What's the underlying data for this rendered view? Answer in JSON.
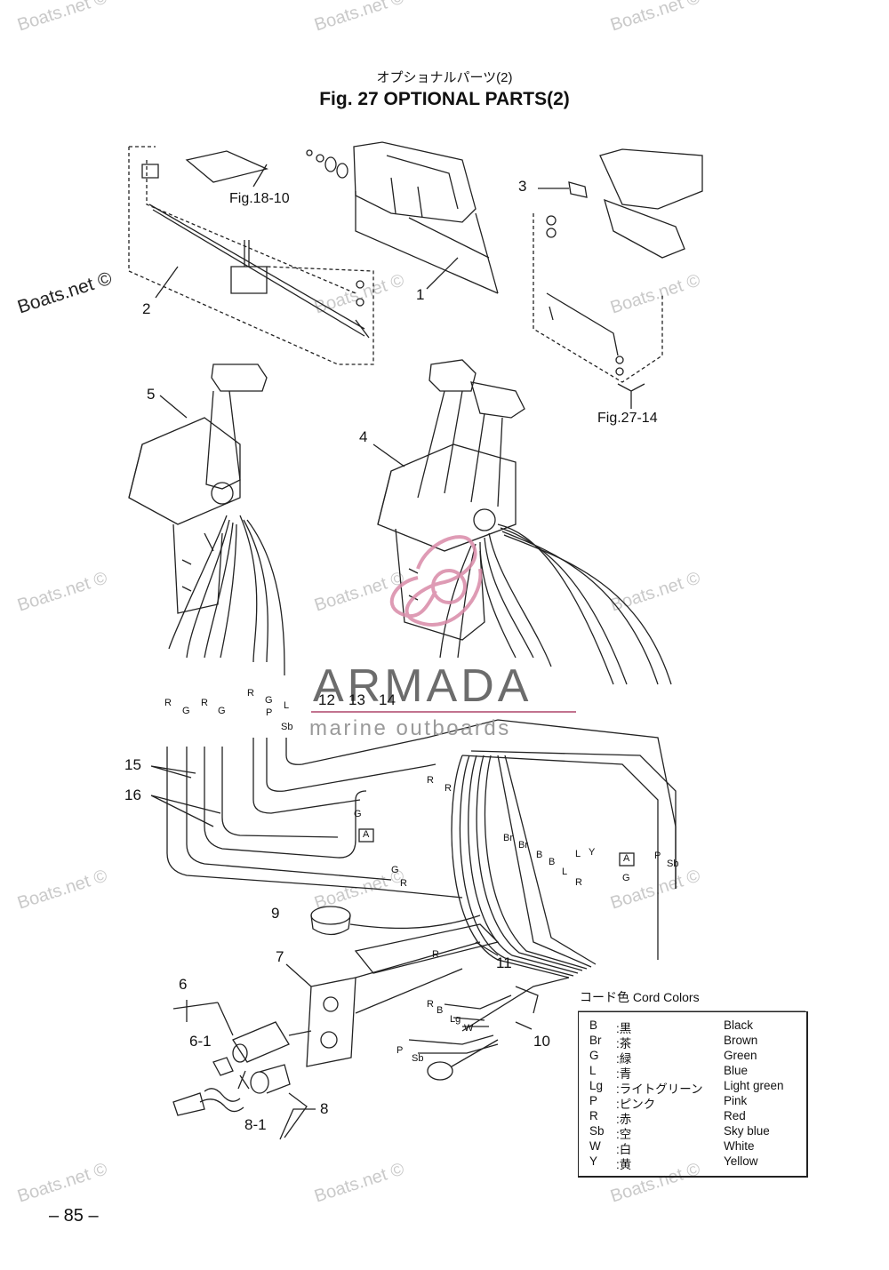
{
  "header": {
    "jp_title": "オプショナルパーツ(2)",
    "title": "Fig. 27    OPTIONAL PARTS(2)"
  },
  "watermarks": [
    "Boats.net ©"
  ],
  "brand": {
    "name": "ARMADA",
    "tagline": "marine outboards",
    "accent": "#d98aa8"
  },
  "callouts": {
    "n1": "1",
    "n2": "2",
    "n3": "3",
    "n4": "4",
    "n5": "5",
    "n6": "6",
    "n6_1": "6-1",
    "n7": "7",
    "n8": "8",
    "n8_1": "8-1",
    "n9": "9",
    "n10": "10",
    "n11": "11",
    "n12": "12",
    "n13": "13",
    "n14": "14",
    "n15": "15",
    "n16": "16"
  },
  "refs": {
    "fig18_10": "Fig.18-10",
    "fig27_14": "Fig.27-14"
  },
  "wire_codes": {
    "R": "R",
    "G": "G",
    "P": "P",
    "L": "L",
    "Sb": "Sb",
    "Br": "Br",
    "B": "B",
    "Y": "Y",
    "Lg": "Lg",
    "W": "W",
    "A": "A"
  },
  "cord_colors": {
    "title": "コード色   Cord Colors",
    "rows": [
      {
        "code": "B",
        "jp": ":黒",
        "en": "Black"
      },
      {
        "code": "Br",
        "jp": ":茶",
        "en": "Brown"
      },
      {
        "code": "G",
        "jp": ":緑",
        "en": "Green"
      },
      {
        "code": "L",
        "jp": ":青",
        "en": "Blue"
      },
      {
        "code": "Lg",
        "jp": ":ライトグリーン",
        "en": "Light green"
      },
      {
        "code": "P",
        "jp": ":ピンク",
        "en": "Pink"
      },
      {
        "code": "R",
        "jp": ":赤",
        "en": "Red"
      },
      {
        "code": "Sb",
        "jp": ":空",
        "en": "Sky blue"
      },
      {
        "code": "W",
        "jp": ":白",
        "en": "White"
      },
      {
        "code": "Y",
        "jp": ":黄",
        "en": "Yellow"
      }
    ]
  },
  "footer": {
    "page": "– 85 –"
  }
}
